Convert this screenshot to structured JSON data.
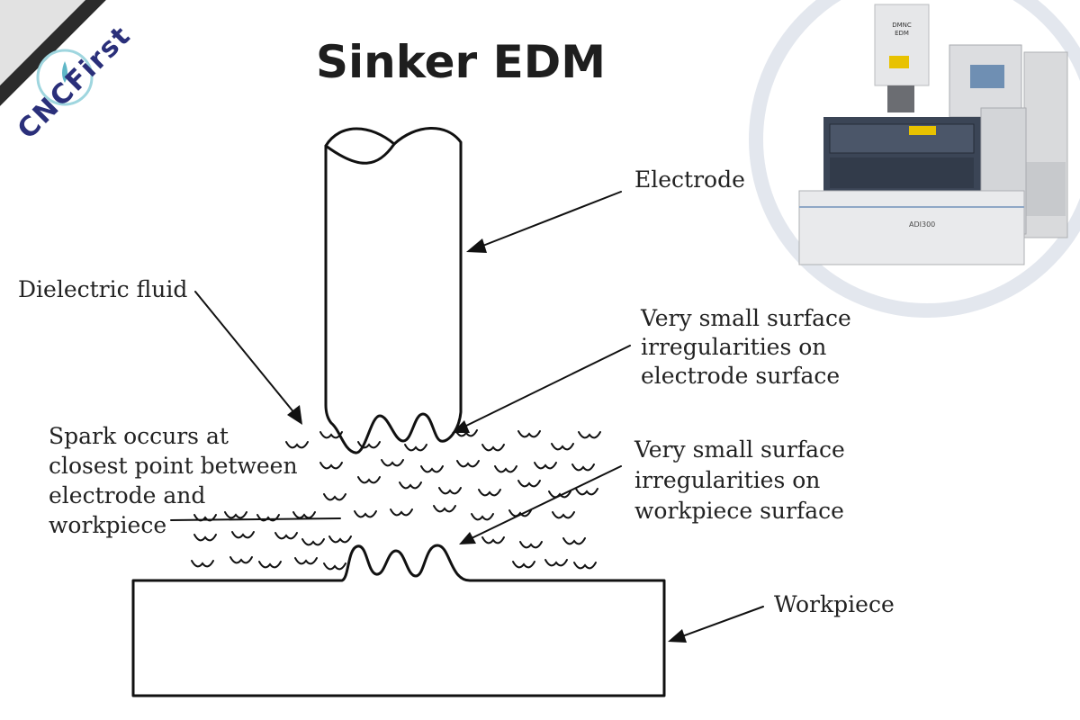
{
  "title": "Sinker EDM",
  "logo": {
    "text": "CNCFirst",
    "color": "#2a2f7a",
    "accent": "#5fb7c7"
  },
  "machine": {
    "brand_line1": "DMNC",
    "brand_line2": "EDM",
    "model": "ADI300"
  },
  "labels": {
    "electrode": "Electrode",
    "dielectric": "Dielectric fluid",
    "electrode_irreg": [
      "Very small surface",
      "irregularities on",
      "electrode surface"
    ],
    "spark": [
      "Spark occurs at",
      "closest point between",
      "electrode and",
      "workpiece"
    ],
    "workpiece_irreg": [
      "Very small surface",
      "irregularities on",
      "workpiece surface"
    ],
    "workpiece": "Workpiece"
  }
}
